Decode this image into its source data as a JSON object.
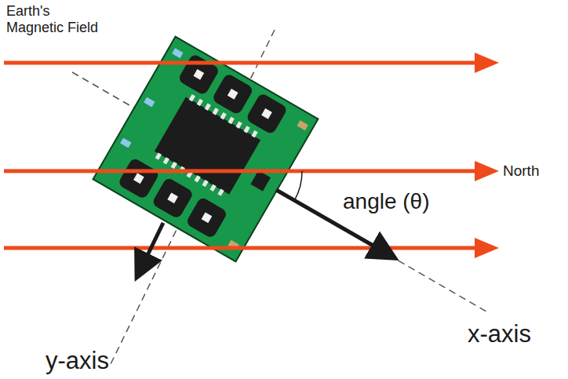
{
  "diagram": {
    "labels": [
      "Earth's Magnetic Field",
      "North",
      "angle (θ)",
      "x-axis",
      "y-axis"
    ]
  }
}
